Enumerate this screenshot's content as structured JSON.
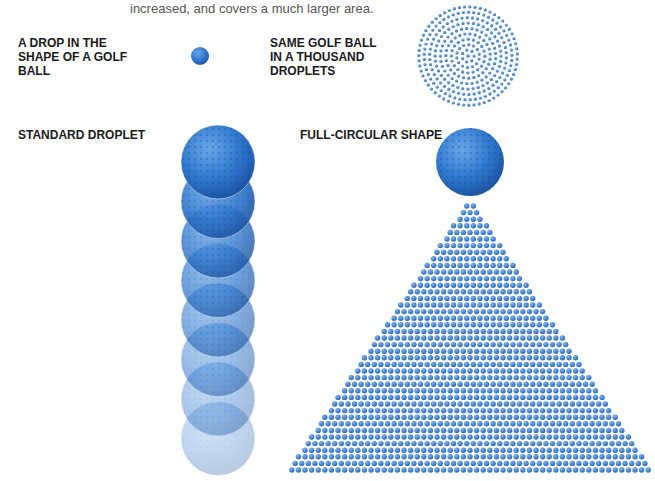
{
  "diagram": {
    "labels": [
      "increased, and covers a much larger area.",
      "A DROP IN THE SHAPE OF A GOLF BALL",
      "SAME GOLF BALL IN A THOUSAND DROPLETS",
      "STANDARD DROPLET",
      "FULL-CIRCULAR SHAPE"
    ]
  }
}
